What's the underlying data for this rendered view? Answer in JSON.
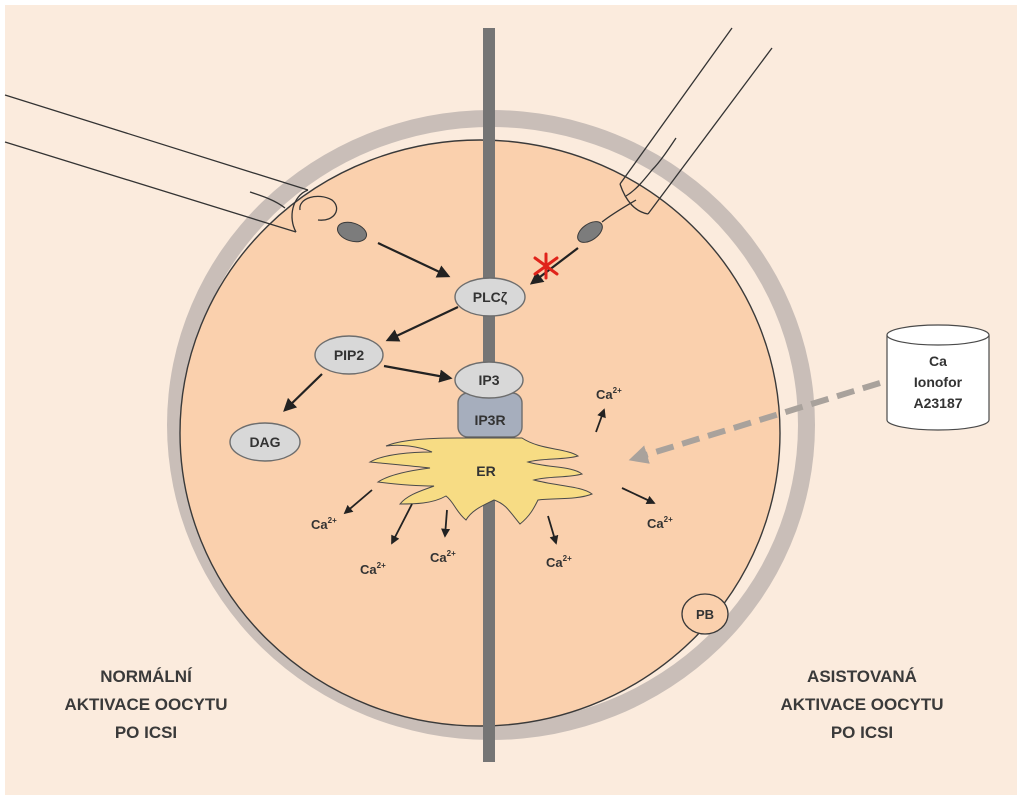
{
  "left_caption": [
    "NORMÁLNÍ",
    "AKTIVACE OOCYTU",
    "PO ICSI"
  ],
  "right_caption": [
    "ASISTOVANÁ",
    "AKTIVACE OOCYTU",
    "PO ICSI"
  ],
  "nodes": {
    "plc": "PLCζ",
    "pip2": "PIP2",
    "ip3": "IP3",
    "ip3r": "IP3R",
    "dag": "DAG",
    "er": "ER",
    "pb": "PB"
  },
  "ion": {
    "base": "Ca",
    "charge": "2+"
  },
  "ionophore": [
    "Ca",
    "Ionofor",
    "A23187"
  ],
  "colors": {
    "background": "#fbebdd",
    "zona": "#c9beb8",
    "cytoplasm": "#fad0ad",
    "er": "#f7dc84",
    "node": "#d8d8d8",
    "divider": "#757575",
    "block_mark": "#e0231a"
  }
}
